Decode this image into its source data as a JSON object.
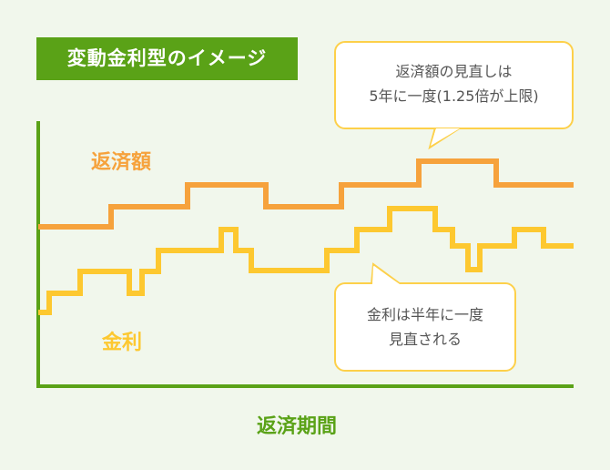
{
  "title": "変動金利型のイメージ",
  "bubble_payment": {
    "line1": "返済額の見直しは",
    "line2": "5年に一度(1.25倍が上限)"
  },
  "bubble_rate": {
    "line1": "金利は半年に一度",
    "line2": "見直される"
  },
  "labels": {
    "payment": "返済額",
    "rate": "金利",
    "x_axis": "返済期間"
  },
  "colors": {
    "axis": "#5aa217",
    "payment": "#f6a23c",
    "rate": "#fdc830"
  }
}
